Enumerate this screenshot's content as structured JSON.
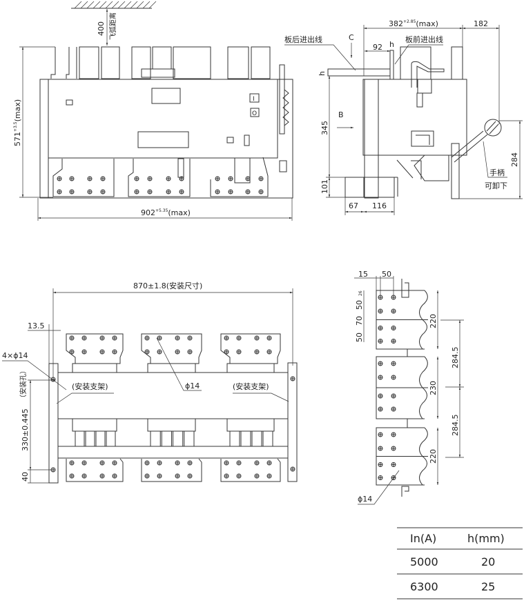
{
  "front_view": {
    "clearance_value": "400",
    "clearance_label": "飞弧距离",
    "height_value": "571",
    "height_tolerance": "+3.5",
    "height_suffix": "(max)",
    "width_value": "902",
    "width_tolerance": "+5.35",
    "width_suffix": "(max)",
    "on_symbol": "I",
    "off_symbol": "O"
  },
  "side_view": {
    "depth_value": "382",
    "depth_tolerance": "+2.85",
    "depth_suffix": "(max)",
    "handle_offset": "182",
    "rear_wiring_label": "板后进出线",
    "front_wiring_label": "板前进出线",
    "view_c": "C",
    "view_b": "B",
    "dim_92": "92",
    "dim_h_top": "h",
    "dim_h_left": "h",
    "dim_345": "345",
    "dim_101": "101",
    "dim_67": "67",
    "dim_116": "116",
    "dim_284": "284",
    "handle_label": "手柄",
    "removable_label": "可卸下"
  },
  "mounting_view": {
    "mount_width": "870±1.8(安装尺寸)",
    "dim_13_5": "13.5",
    "holes_label": "4×ϕ14",
    "mount_hole_label": "（安装孔）",
    "mount_height": "330±0.445",
    "dim_40": "40",
    "bracket_left": "(安装支架)",
    "bracket_right": "(安装支架)",
    "terminal_hole": "ϕ14"
  },
  "terminal_view": {
    "dim_15": "15",
    "dim_50_top": "50",
    "dim_26": "26",
    "dim_50_a": "50",
    "dim_70": "70",
    "dim_50_b": "50",
    "dim_220_top": "220",
    "dim_230": "230",
    "dim_220_bottom": "220",
    "pitch_1": "284.5",
    "pitch_2": "284.5",
    "hole_label": "ϕ14"
  },
  "table": {
    "headers": [
      "In(A)",
      "h(mm)"
    ],
    "rows": [
      [
        "5000",
        "20"
      ],
      [
        "6300",
        "25"
      ]
    ]
  }
}
